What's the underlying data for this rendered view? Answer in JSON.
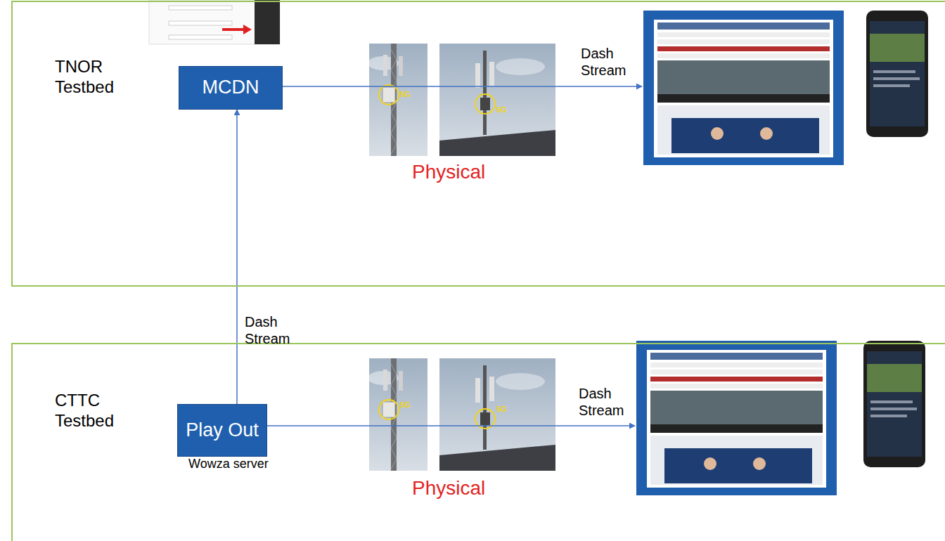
{
  "diagram": {
    "nodes": [
      {
        "text": [
          "TNOR Testbed"
        ]
      },
      {
        "text": [
          "MCDN"
        ],
        "in": 0
      },
      {
        "text": [
          "CTTC Testbed"
        ]
      },
      {
        "text": [
          "Play Out"
        ],
        "in": 2
      }
    ],
    "edges": [
      {
        "from": 3,
        "to": 1,
        "arrow": "to",
        "label": "Dash Stream"
      }
    ],
    "labels": [
      "Dash Stream",
      "5G",
      "5G",
      "Physical",
      "Dash Stream",
      "5G",
      "5G",
      "Physical",
      "Wowza server"
    ]
  }
}
